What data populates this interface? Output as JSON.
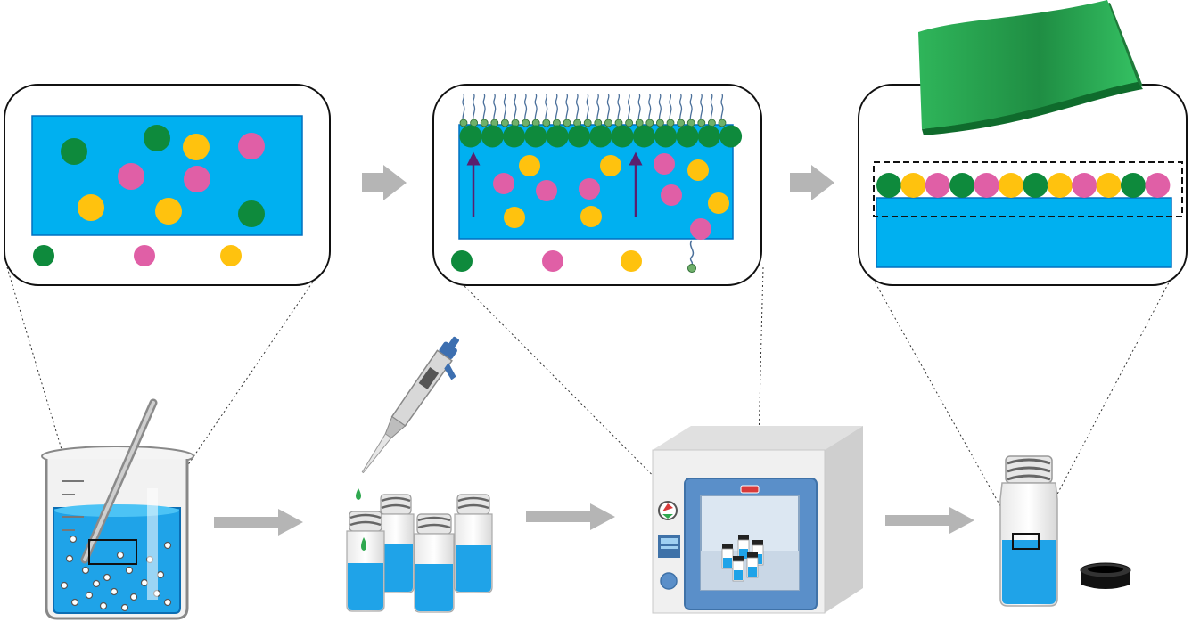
{
  "colors": {
    "background": "#ffffff",
    "water": "#00b0f0",
    "water_edge": "#0070c0",
    "dot_green": "#0e8a3c",
    "dot_pink": "#e05fa6",
    "dot_yellow": "#ffc20e",
    "migration_arrow": "#5a1f6e",
    "flow_arrow": "#b5b5b5",
    "film": "#2fb55a",
    "outline": "#111111"
  },
  "legend_items": [
    {
      "kind": "dot",
      "color_key": "dot_green",
      "icon": "green-particle-icon"
    },
    {
      "kind": "dot",
      "color_key": "dot_pink",
      "icon": "pink-particle-icon"
    },
    {
      "kind": "dot",
      "color_key": "dot_yellow",
      "icon": "yellow-particle-icon"
    },
    {
      "kind": "surfactant",
      "icon": "surfactant-molecule-icon"
    }
  ],
  "panels": [
    {
      "id": "dispersion",
      "icon": "dispersed-particles-panel"
    },
    {
      "id": "interface-assembly",
      "icon": "interface-assembly-panel",
      "surfactant_count": 26
    },
    {
      "id": "assembled-film",
      "icon": "assembled-film-panel",
      "film_sequence": [
        "green",
        "yellow",
        "pink",
        "green",
        "pink",
        "yellow",
        "green",
        "yellow",
        "pink",
        "yellow",
        "green",
        "pink"
      ]
    }
  ],
  "equipment": [
    {
      "id": "beaker",
      "icon": "beaker-with-stirring-rod-icon"
    },
    {
      "id": "pipette",
      "icon": "micropipette-icon"
    },
    {
      "id": "vials",
      "icon": "sample-vials-icon"
    },
    {
      "id": "oven",
      "icon": "drying-oven-icon"
    },
    {
      "id": "final-vial",
      "icon": "single-vial-icon"
    },
    {
      "id": "cap",
      "icon": "vial-cap-icon"
    }
  ]
}
